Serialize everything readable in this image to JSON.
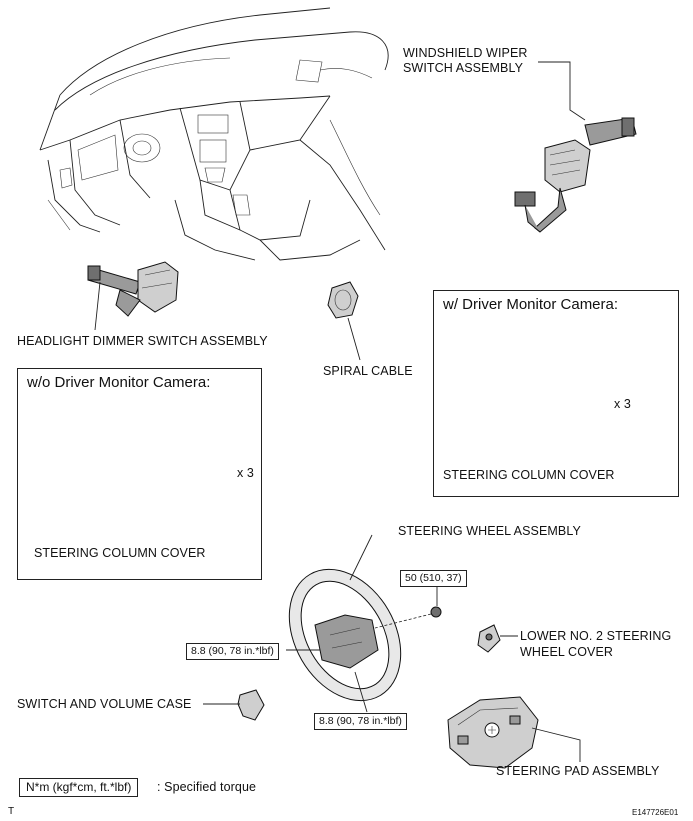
{
  "labels": {
    "wiper": [
      "WINDSHIELD WIPER",
      "SWITCH ASSEMBLY"
    ],
    "headlight": "HEADLIGHT DIMMER SWITCH ASSEMBLY",
    "spiral": "SPIRAL CABLE",
    "wheel": "STEERING WHEEL ASSEMBLY",
    "lower_cover": [
      "LOWER NO. 2 STEERING",
      "WHEEL COVER"
    ],
    "switch_case": "SWITCH AND VOLUME CASE",
    "pad": "STEERING PAD ASSEMBLY"
  },
  "frames": {
    "with_camera": {
      "title": "w/ Driver Monitor Camera:",
      "part_label": "STEERING COLUMN COVER",
      "qty": "x 3"
    },
    "without_camera": {
      "title": "w/o Driver Monitor Camera:",
      "part_label": "STEERING COLUMN COVER",
      "qty": "x 3"
    }
  },
  "torques": {
    "nut": "50 (510, 37)",
    "left": "8.8 (90, 78 in.*lbf)",
    "bottom": "8.8 (90, 78 in.*lbf)"
  },
  "legend": {
    "box": "N*m (kgf*cm, ft.*lbf)",
    "text": ": Specified torque"
  },
  "footer": {
    "left": "T",
    "right": "E147726E01"
  }
}
